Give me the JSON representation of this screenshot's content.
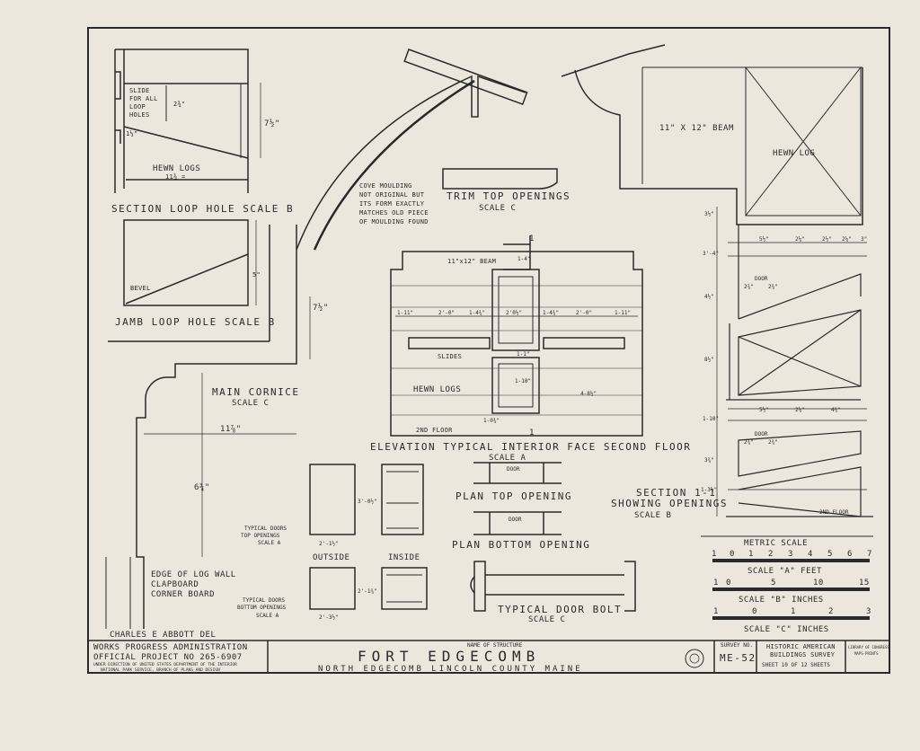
{
  "labels": {
    "slide_note": [
      "SLIDE",
      "FOR ALL",
      "LOOP",
      "HOLES"
    ],
    "dim_2_34": "2¾\"",
    "dim_7_12_top": "7½\"",
    "dim_1_12": "1½\"",
    "hewn_logs_left": "HEWN LOGS",
    "dim_11_34": "11¾ =",
    "section_loop_hole": "SECTION LOOP HOLE SCALE B",
    "bevel": "BEVEL",
    "dim_5": "5\"",
    "dim_7_12_mid": "7½\"",
    "jamb_loop_hole": "JAMB LOOP HOLE SCALE B",
    "main_cornice": "MAIN CORNICE",
    "main_cornice_scale": "SCALE C",
    "dim_11_78": "11⅞\"",
    "dim_6_34": "6¾\"",
    "edge_of_log_wall": "EDGE OF LOG WALL",
    "clapboard": "CLAPBOARD",
    "corner_board": "CORNER BOARD",
    "cove_note": [
      "COVE MOULDING",
      "NOT ORIGINAL BUT",
      "ITS FORM EXACTLY",
      "MATCHES OLD PIECE",
      "OF MOULDING FOUND"
    ],
    "trim_top_openings": "TRIM TOP OPENINGS",
    "trim_scale": "SCALE C",
    "beam_elev": "11\"x12\" BEAM",
    "section_mark": "1",
    "elev_dims": [
      "1-11\"",
      "2'-0\"",
      "1-4¾\"",
      "2'0½\"",
      "1-4¾\"",
      "2'-0\"",
      "1-11\""
    ],
    "slides": "SLIDES",
    "hewn_logs_elev": "HEWN LOGS",
    "dim_1_10_elev": "1-10\"",
    "dim_4_8_12": "4-8½\"",
    "dim_1_0_34": "1-0¾\"",
    "dim_1_1": "1-1\"",
    "dim_1_4": "1-4\"",
    "second_floor_elev": "2ND FLOOR",
    "elevation_title": "ELEVATION TYPICAL INTERIOR FACE SECOND FLOOR",
    "elevation_scale": "SCALE A",
    "door": "DOOR",
    "plan_top_opening": "PLAN TOP OPENING",
    "plan_bottom_opening": "PLAN BOTTOM OPENING",
    "typical_doors_top": [
      "TYPICAL DOORS",
      "TOP OPENINGS",
      "SCALE A"
    ],
    "typical_doors_bottom": [
      "TYPICAL DOORS",
      "BOTTOM OPENINGS",
      "SCALE A"
    ],
    "dim_3_0_12": "3'-0½\"",
    "dim_2_1_12_a": "2'-1½\"",
    "dim_2_1_34": "2'-1¾\"",
    "dim_2_3_12": "2'-3½\"",
    "outside": "OUTSIDE",
    "inside": "INSIDE",
    "typical_door_bolt": "TYPICAL DOOR BOLT",
    "bolt_scale": "SCALE C",
    "beam_right": "11\" X 12\" BEAM",
    "hewn_log_right": "HEWN LOG",
    "right_vdims": [
      "3½\"",
      "3'-4\"",
      "4½\"",
      "8½\"",
      "1-10\"",
      "3¾\"",
      "1-3½\""
    ],
    "right_hdims_a": [
      "5½\"",
      "2¼\"",
      "2½\"",
      "2¼\"",
      "3\""
    ],
    "door_right_a": "DOOR",
    "door_dims_a": [
      "2¾\"",
      "2¾\""
    ],
    "right_hdims_b": [
      "5½\"",
      "2¼\"",
      "4¾\""
    ],
    "door_right_b": "DOOR",
    "door_dims_b": [
      "2¾\"",
      "2¾\""
    ],
    "second_floor_right": "2ND FLOOR",
    "section_1_1": "SECTION 1-1",
    "showing_openings": "SHOWING OPENINGS",
    "section_scale": "SCALE B",
    "metric_scale": "METRIC SCALE",
    "metric_ticks": [
      "1",
      "0",
      "1",
      "2",
      "3",
      "4",
      "5",
      "6",
      "7"
    ],
    "scale_a_feet": "SCALE \"A\" FEET",
    "scale_a_ticks": [
      "1",
      "0",
      "5",
      "10",
      "15"
    ],
    "scale_b_inches": "SCALE \"B\" INCHES",
    "scale_b_ticks": [
      "1",
      "0",
      "1",
      "2",
      "3"
    ],
    "scale_c_inches": "SCALE \"C\" INCHES",
    "delineator": "CHARLES E ABBOTT DEL"
  },
  "title_block": {
    "wpa": "WORKS PROGRESS ADMINISTRATION",
    "project": "OFFICIAL PROJECT NO 265-6907",
    "under_direction_1": "UNDER DIRECTION OF UNITED STATES DEPARTMENT OF THE INTERIOR",
    "under_direction_2": "NATIONAL PARK SERVICE, BRANCH OF PLANS AND DESIGN",
    "name_of_structure_label": "NAME OF STRUCTURE",
    "structure_name": "FORT EDGECOMB",
    "location": "NORTH EDGECOMB LINCOLN COUNTY MAINE",
    "survey_no_label": "SURVEY NO.",
    "survey_no": "ME-52",
    "habs_1": "HISTORIC AMERICAN",
    "habs_2": "BUILDINGS SURVEY",
    "sheet": "SHEET 10 OF 12 SHEETS",
    "library_1": "LIBRARY OF CONGRESS",
    "library_2": "MAPS-PRINTS"
  },
  "colors": {
    "paper": "#ebe7dd",
    "ink": "#2a2a2a"
  }
}
